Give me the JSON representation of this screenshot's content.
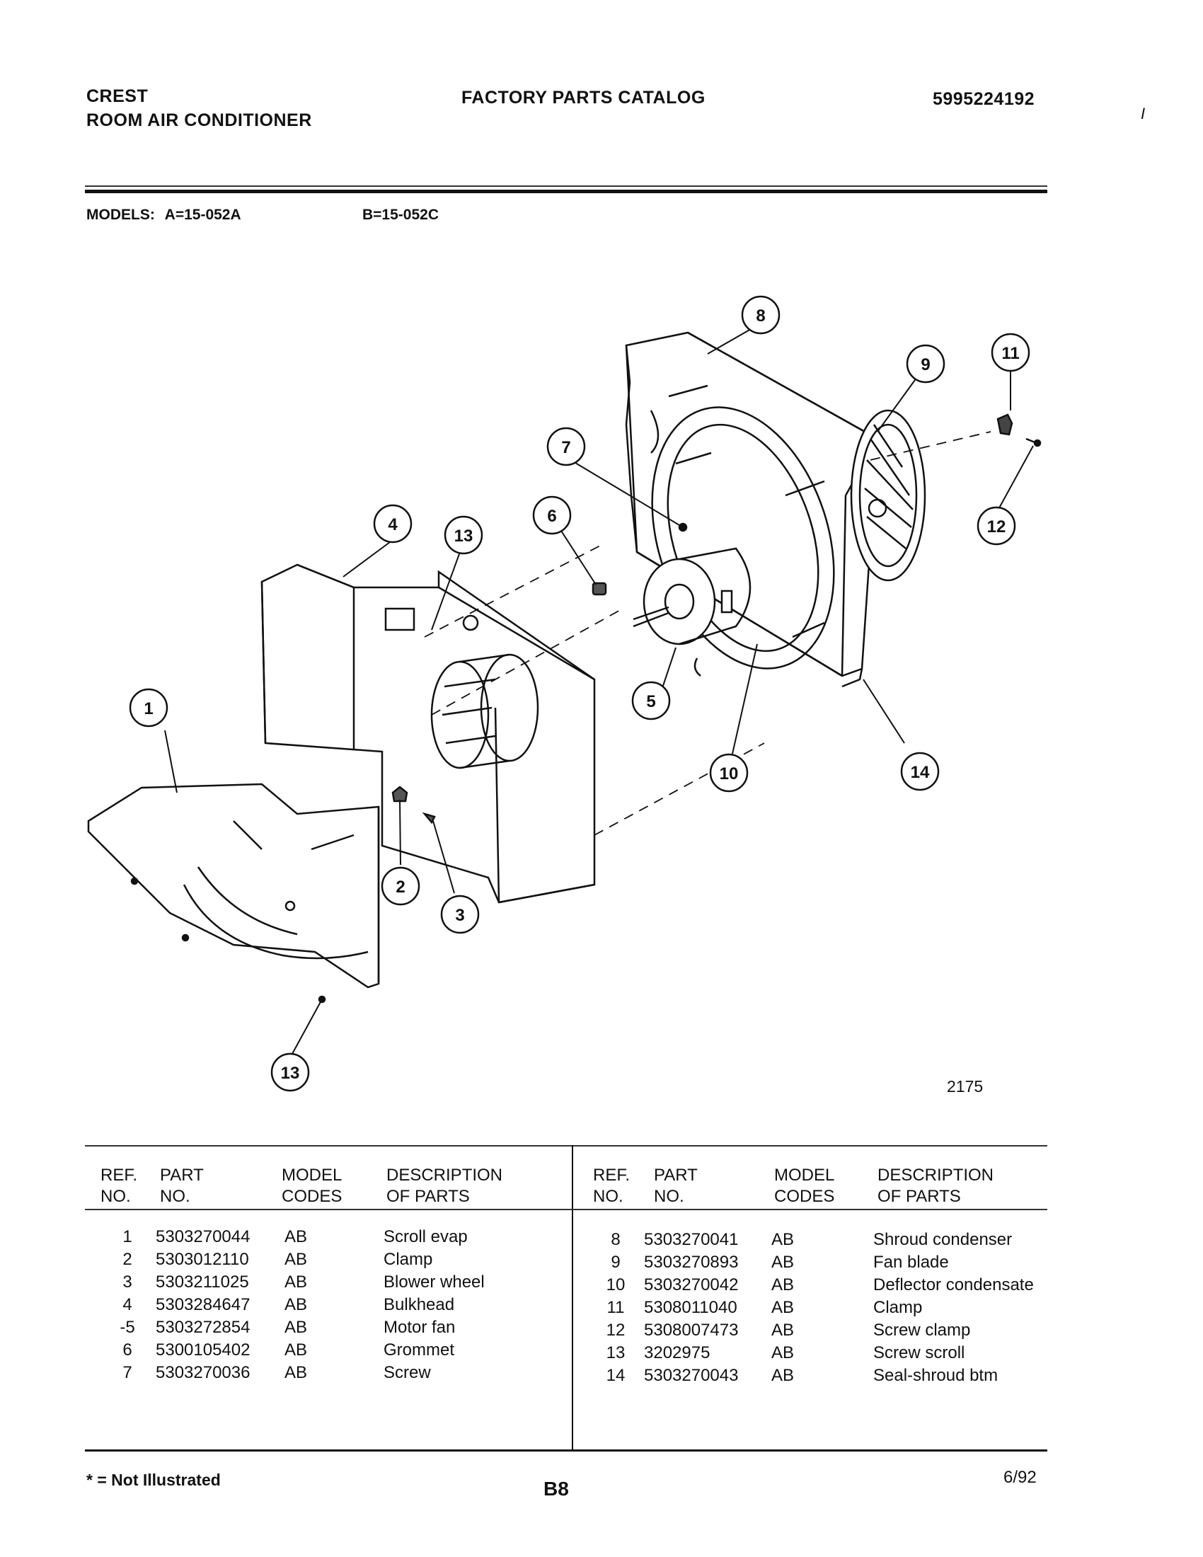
{
  "header": {
    "brand": "CREST",
    "product": "ROOM AIR CONDITIONER",
    "catalog_title": "FACTORY PARTS CATALOG",
    "catalog_number": "5995224192",
    "margin_mark": "I"
  },
  "models": {
    "label": "MODELS:",
    "model_a": "A=15-052A",
    "model_b": "B=15-052C"
  },
  "diagram": {
    "drawing_number": "2175",
    "callouts": [
      "1",
      "2",
      "3",
      "4",
      "5",
      "6",
      "7",
      "8",
      "9",
      "10",
      "11",
      "12",
      "13",
      "13",
      "14"
    ]
  },
  "table": {
    "headers": {
      "ref_line1": "REF.",
      "ref_line2": "NO.",
      "part_line1": "PART",
      "part_line2": "NO.",
      "model_line1": "MODEL",
      "model_line2": "CODES",
      "desc_line1": "DESCRIPTION",
      "desc_line2": "OF PARTS"
    },
    "left_rows": [
      {
        "ref": "1",
        "part": "5303270044",
        "codes": "AB",
        "desc": "Scroll evap"
      },
      {
        "ref": "2",
        "part": "5303012110",
        "codes": "AB",
        "desc": "Clamp"
      },
      {
        "ref": "3",
        "part": "5303211025",
        "codes": "AB",
        "desc": "Blower wheel"
      },
      {
        "ref": "4",
        "part": "5303284647",
        "codes": "AB",
        "desc": "Bulkhead"
      },
      {
        "ref": "-5",
        "part": "5303272854",
        "codes": "AB",
        "desc": "Motor fan"
      },
      {
        "ref": "6",
        "part": "5300105402",
        "codes": "AB",
        "desc": "Grommet"
      },
      {
        "ref": "7",
        "part": "5303270036",
        "codes": "AB",
        "desc": "Screw"
      }
    ],
    "right_rows": [
      {
        "ref": "8",
        "part": "5303270041",
        "codes": "AB",
        "desc": "Shroud condenser"
      },
      {
        "ref": "9",
        "part": "5303270893",
        "codes": "AB",
        "desc": "Fan blade"
      },
      {
        "ref": "10",
        "part": "5303270042",
        "codes": "AB",
        "desc": "Deflector condensate"
      },
      {
        "ref": "11",
        "part": "5308011040",
        "codes": "AB",
        "desc": "Clamp"
      },
      {
        "ref": "12",
        "part": "5308007473",
        "codes": "AB",
        "desc": "Screw clamp"
      },
      {
        "ref": "13",
        "part": "3202975",
        "codes": "AB",
        "desc": "Screw scroll"
      },
      {
        "ref": "14",
        "part": "5303270043",
        "codes": "AB",
        "desc": "Seal-shroud btm"
      }
    ]
  },
  "footer": {
    "note": "* = Not Illustrated",
    "page": "B8",
    "date": "6/92"
  }
}
